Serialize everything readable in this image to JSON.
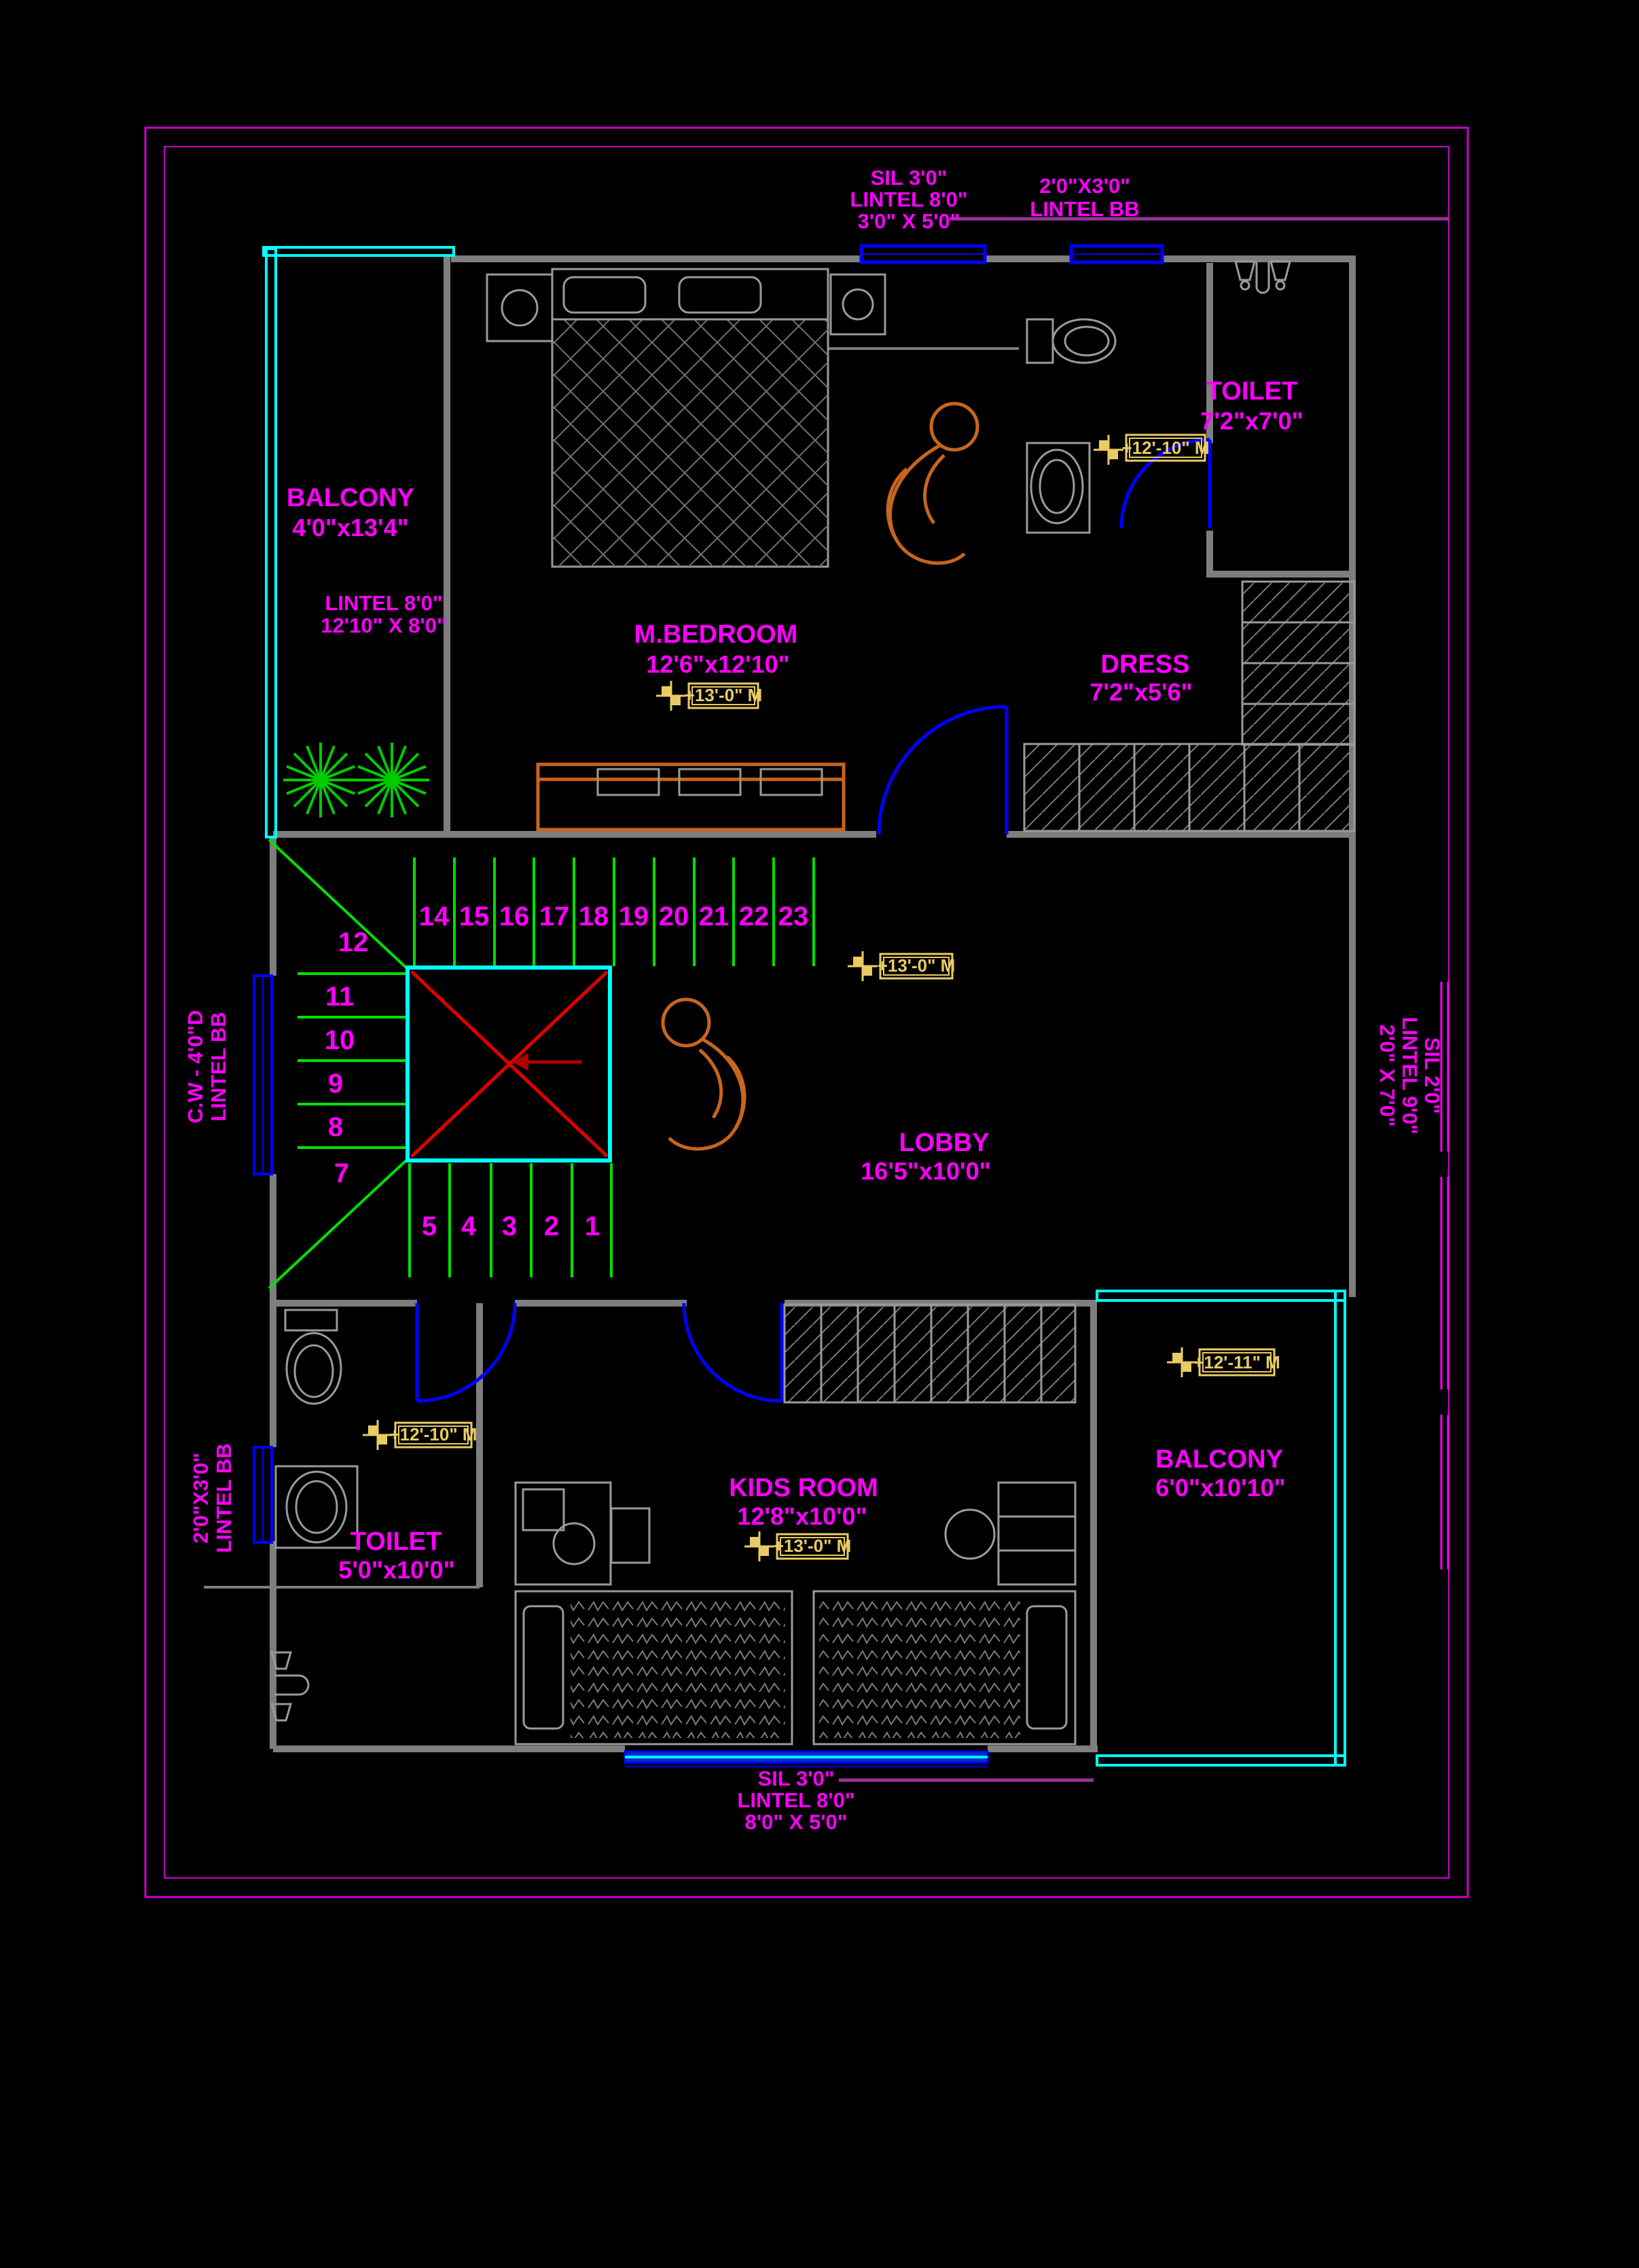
{
  "sheet": {
    "type": "CAD floor plan",
    "background": "#000000"
  },
  "colors": {
    "label_magenta": "#FF00FF",
    "border_magenta": "#CC00CC",
    "leader_purple": "#993399",
    "wall_gray": "#7E7E7E",
    "accent_cyan": "#00FFFF",
    "stair_green": "#00E000",
    "door_blue": "#0000FF",
    "cross_red": "#DD0000",
    "marker_yellow": "#E8CB63",
    "furniture_orange": "#C8651E"
  },
  "rooms": {
    "toilet_top": {
      "name": "TOILET",
      "dims": "7'2\"x7'0\""
    },
    "balcony_left": {
      "name": "BALCONY",
      "dims": "4'0\"x13'4\""
    },
    "m_bedroom": {
      "name": "M.BEDROOM",
      "dims": "12'6\"x12'10\""
    },
    "dress": {
      "name": "DRESS",
      "dims": "7'2\"x5'6\""
    },
    "lobby": {
      "name": "LOBBY",
      "dims": "16'5\"x10'0\""
    },
    "kids_room": {
      "name": "KIDS ROOM",
      "dims": "12'8\"x10'0\""
    },
    "balcony_right": {
      "name": "BALCONY",
      "dims": "6'0\"x10'10\""
    },
    "toilet_bottom": {
      "name": "TOILET",
      "dims": "5'0\"x10'0\""
    }
  },
  "notes": {
    "window_top": {
      "l1": "SIL 3'0\"",
      "l2": "LINTEL 8'0\"",
      "l3": "3'0\" X 5'0\""
    },
    "vent_top": {
      "l1": "2'0\"X3'0\"",
      "l2": "LINTEL BB"
    },
    "lintel_balcony": {
      "l1": "LINTEL 8'0\"",
      "l2": "12'10\" X 8'0\""
    },
    "cw_left": {
      "l1": "C.W - 4'0\"D",
      "l2": "LINTEL BB"
    },
    "sill_right": {
      "l1": "SIL 2'0\"",
      "l2": "LINTEL 9'0\"",
      "l3": "2'0\" X 7'0\""
    },
    "vent_bottom_left": {
      "l1": "2'0\"X3'0\"",
      "l2": "LINTEL BB"
    },
    "window_bottom": {
      "l1": "SIL 3'0\"",
      "l2": "LINTEL 8'0\"",
      "l3": "8'0\" X 5'0\""
    }
  },
  "levels": {
    "toilet_top": "+12'-10\" M",
    "m_bedroom": "+13'-0\" M",
    "lobby": "+13'-0\" M",
    "balcony_right": "+12'-11\" M",
    "toilet_bottom": "+12'-10\" M",
    "kids_room": "+13'-0\" M"
  },
  "stairs": {
    "top_run": [
      "14",
      "15",
      "16",
      "17",
      "18",
      "19",
      "20",
      "21",
      "22",
      "23"
    ],
    "left_run": [
      "12",
      "11",
      "10",
      "9",
      "8",
      "7"
    ],
    "bottom_run": [
      "5",
      "4",
      "3",
      "2",
      "1"
    ]
  }
}
